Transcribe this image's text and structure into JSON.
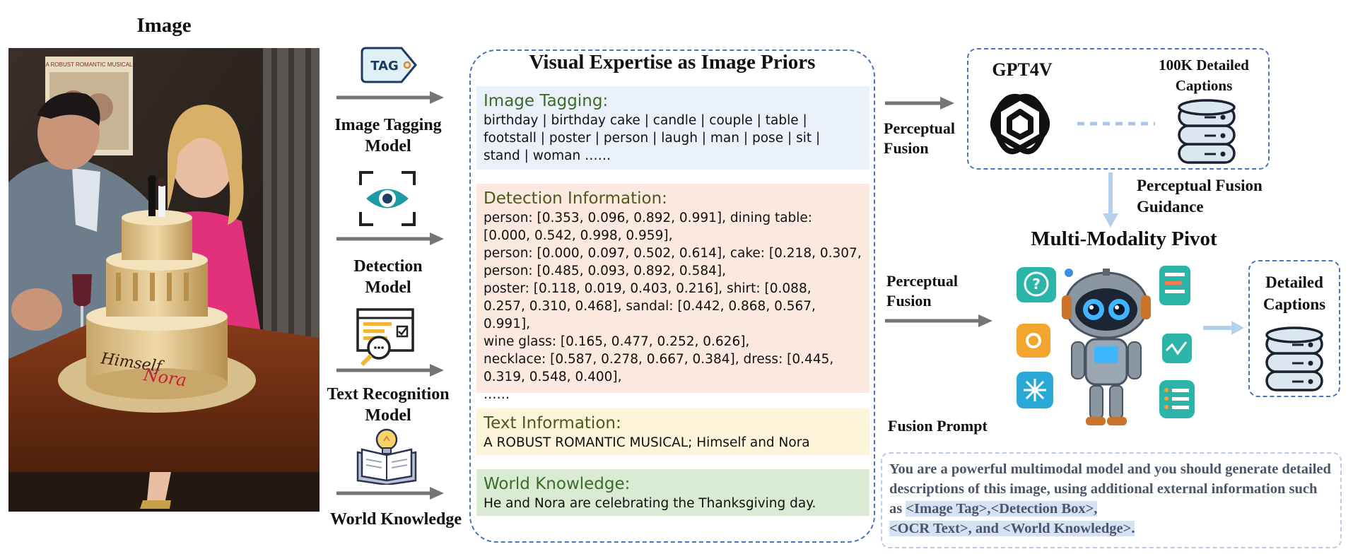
{
  "image_panel": {
    "title": "Image"
  },
  "photo": {
    "poster_text": "A ROBUST ROMANTIC MUSICAL",
    "cake_text_1": "Himself",
    "cake_text_2": "Nora"
  },
  "models": [
    {
      "label": "Image Tagging Model",
      "line1": "Image Tagging",
      "line2": "Model",
      "icon": "tag-icon",
      "icon_text": "TAG"
    },
    {
      "label": "Detection Model",
      "line1": "Detection",
      "line2": "Model",
      "icon": "eye-scan-icon"
    },
    {
      "label": "Text Recognition Model",
      "line1": "Text Recognition",
      "line2": "Model",
      "icon": "document-search-icon"
    },
    {
      "label": "World Knowledge",
      "line1": "World Knowledge",
      "line2": "",
      "icon": "book-lightbulb-icon"
    }
  ],
  "priors": {
    "title": "Visual Expertise as Image Priors",
    "tagging": {
      "title": "Image Tagging:",
      "body": "birthday | birthday cake | candle | couple | table |\nfootstall | poster | person | laugh | man | pose | sit |\nstand | woman ……",
      "bg": "#eaf0f8",
      "title_color": "#3d6b2a"
    },
    "detection": {
      "title": "Detection Information:",
      "body": "person: [0.353, 0.096, 0.892, 0.991], dining table:\n[0.000, 0.542, 0.998, 0.959],\nperson: [0.000, 0.097, 0.502, 0.614], cake: [0.218, 0.307,\nperson: [0.485, 0.093, 0.892, 0.584],\nposter: [0.118, 0.019, 0.403, 0.216],  shirt: [0.088,\n0.257, 0.310, 0.468], sandal: [0.442, 0.868, 0.567, 0.991],\nwine glass: [0.165, 0.477, 0.252, 0.626],\nnecklace: [0.587, 0.278, 0.667, 0.384],  dress: [0.445,\n0.319, 0.548, 0.400],\n……",
      "bg": "#fbe9df",
      "title_color": "#4d5a1e"
    },
    "text": {
      "title": "Text Information:",
      "body": "A ROBUST ROMANTIC MUSICAL; Himself and Nora",
      "bg": "#fdf3d8",
      "title_color": "#4d5a1e"
    },
    "world": {
      "title": "World Knowledge:",
      "body": "He and Nora are celebrating the Thanksgiving day.",
      "bg": "#d9ebd3",
      "title_color": "#3d6b2a"
    }
  },
  "fusion": {
    "perceptual_fusion_1": "Perceptual\nFusion",
    "perceptual_fusion_2": "Perceptual\nFusion",
    "gpt4v": "GPT4V",
    "captions_100k": "100K Detailed\nCaptions",
    "guidance": "Perceptual Fusion\nGuidance",
    "pivot_title": "Multi-Modality Pivot",
    "detailed_captions": "Detailed\nCaptions",
    "fusion_prompt_label": "Fusion Prompt",
    "prompt_plain": "You are a powerful multimodal model and you should generate detailed descriptions of this image, using additional external information such as ",
    "prompt_highlight_1": "<Image Tag>,<Detection Box>,",
    "prompt_highlight_2": "<OCR Text>, and <World Knowledge>.",
    "robot_icon_text": "?"
  },
  "colors": {
    "dashed_border": "#4a72c0",
    "arrow_gray": "#757575",
    "arrow_light_blue": "#b5d0ec",
    "prompt_text": "#4a5567"
  }
}
